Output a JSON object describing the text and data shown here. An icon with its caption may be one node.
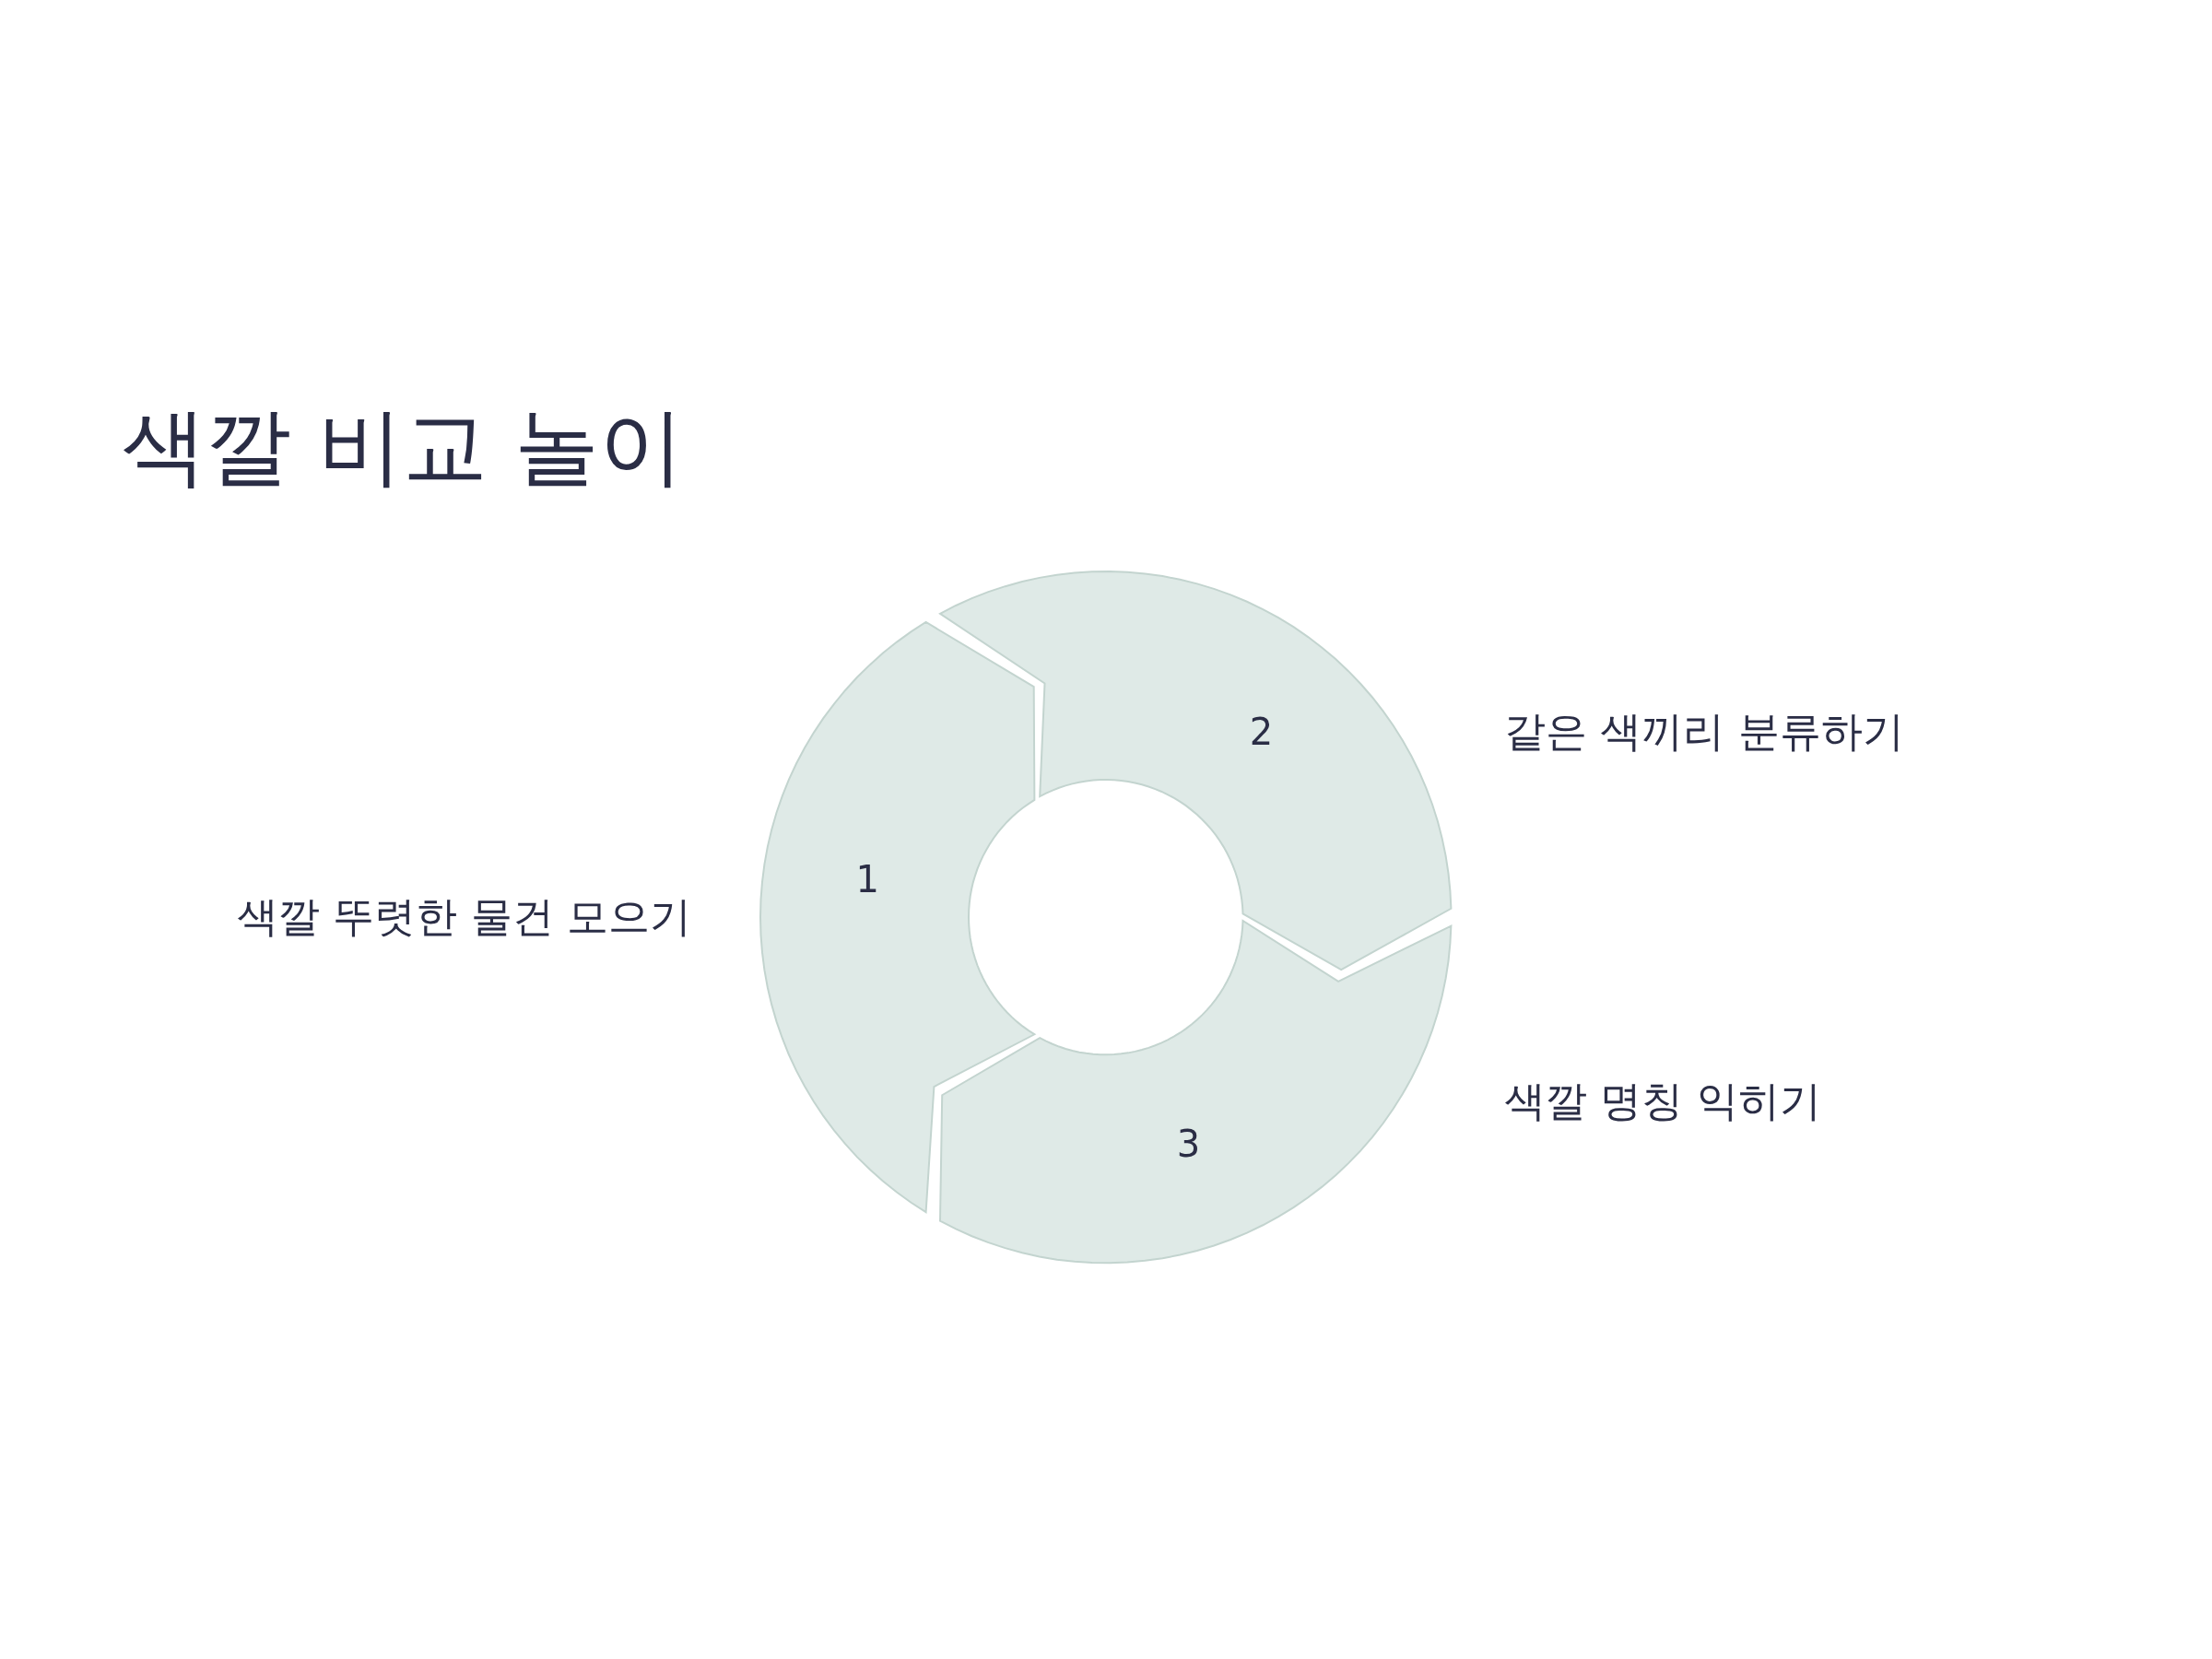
{
  "diagram": {
    "title": "색깔 비교 놀이",
    "nodes": [
      {
        "text": [
          "1"
        ],
        "beside": [
          "색깔 뚜렷한 물건 모으기"
        ]
      },
      {
        "text": [
          "2"
        ],
        "beside": [
          "같은 색끼리 분류하기"
        ]
      },
      {
        "text": [
          "3"
        ],
        "beside": [
          "색깔 명칭 익히기"
        ]
      }
    ]
  }
}
